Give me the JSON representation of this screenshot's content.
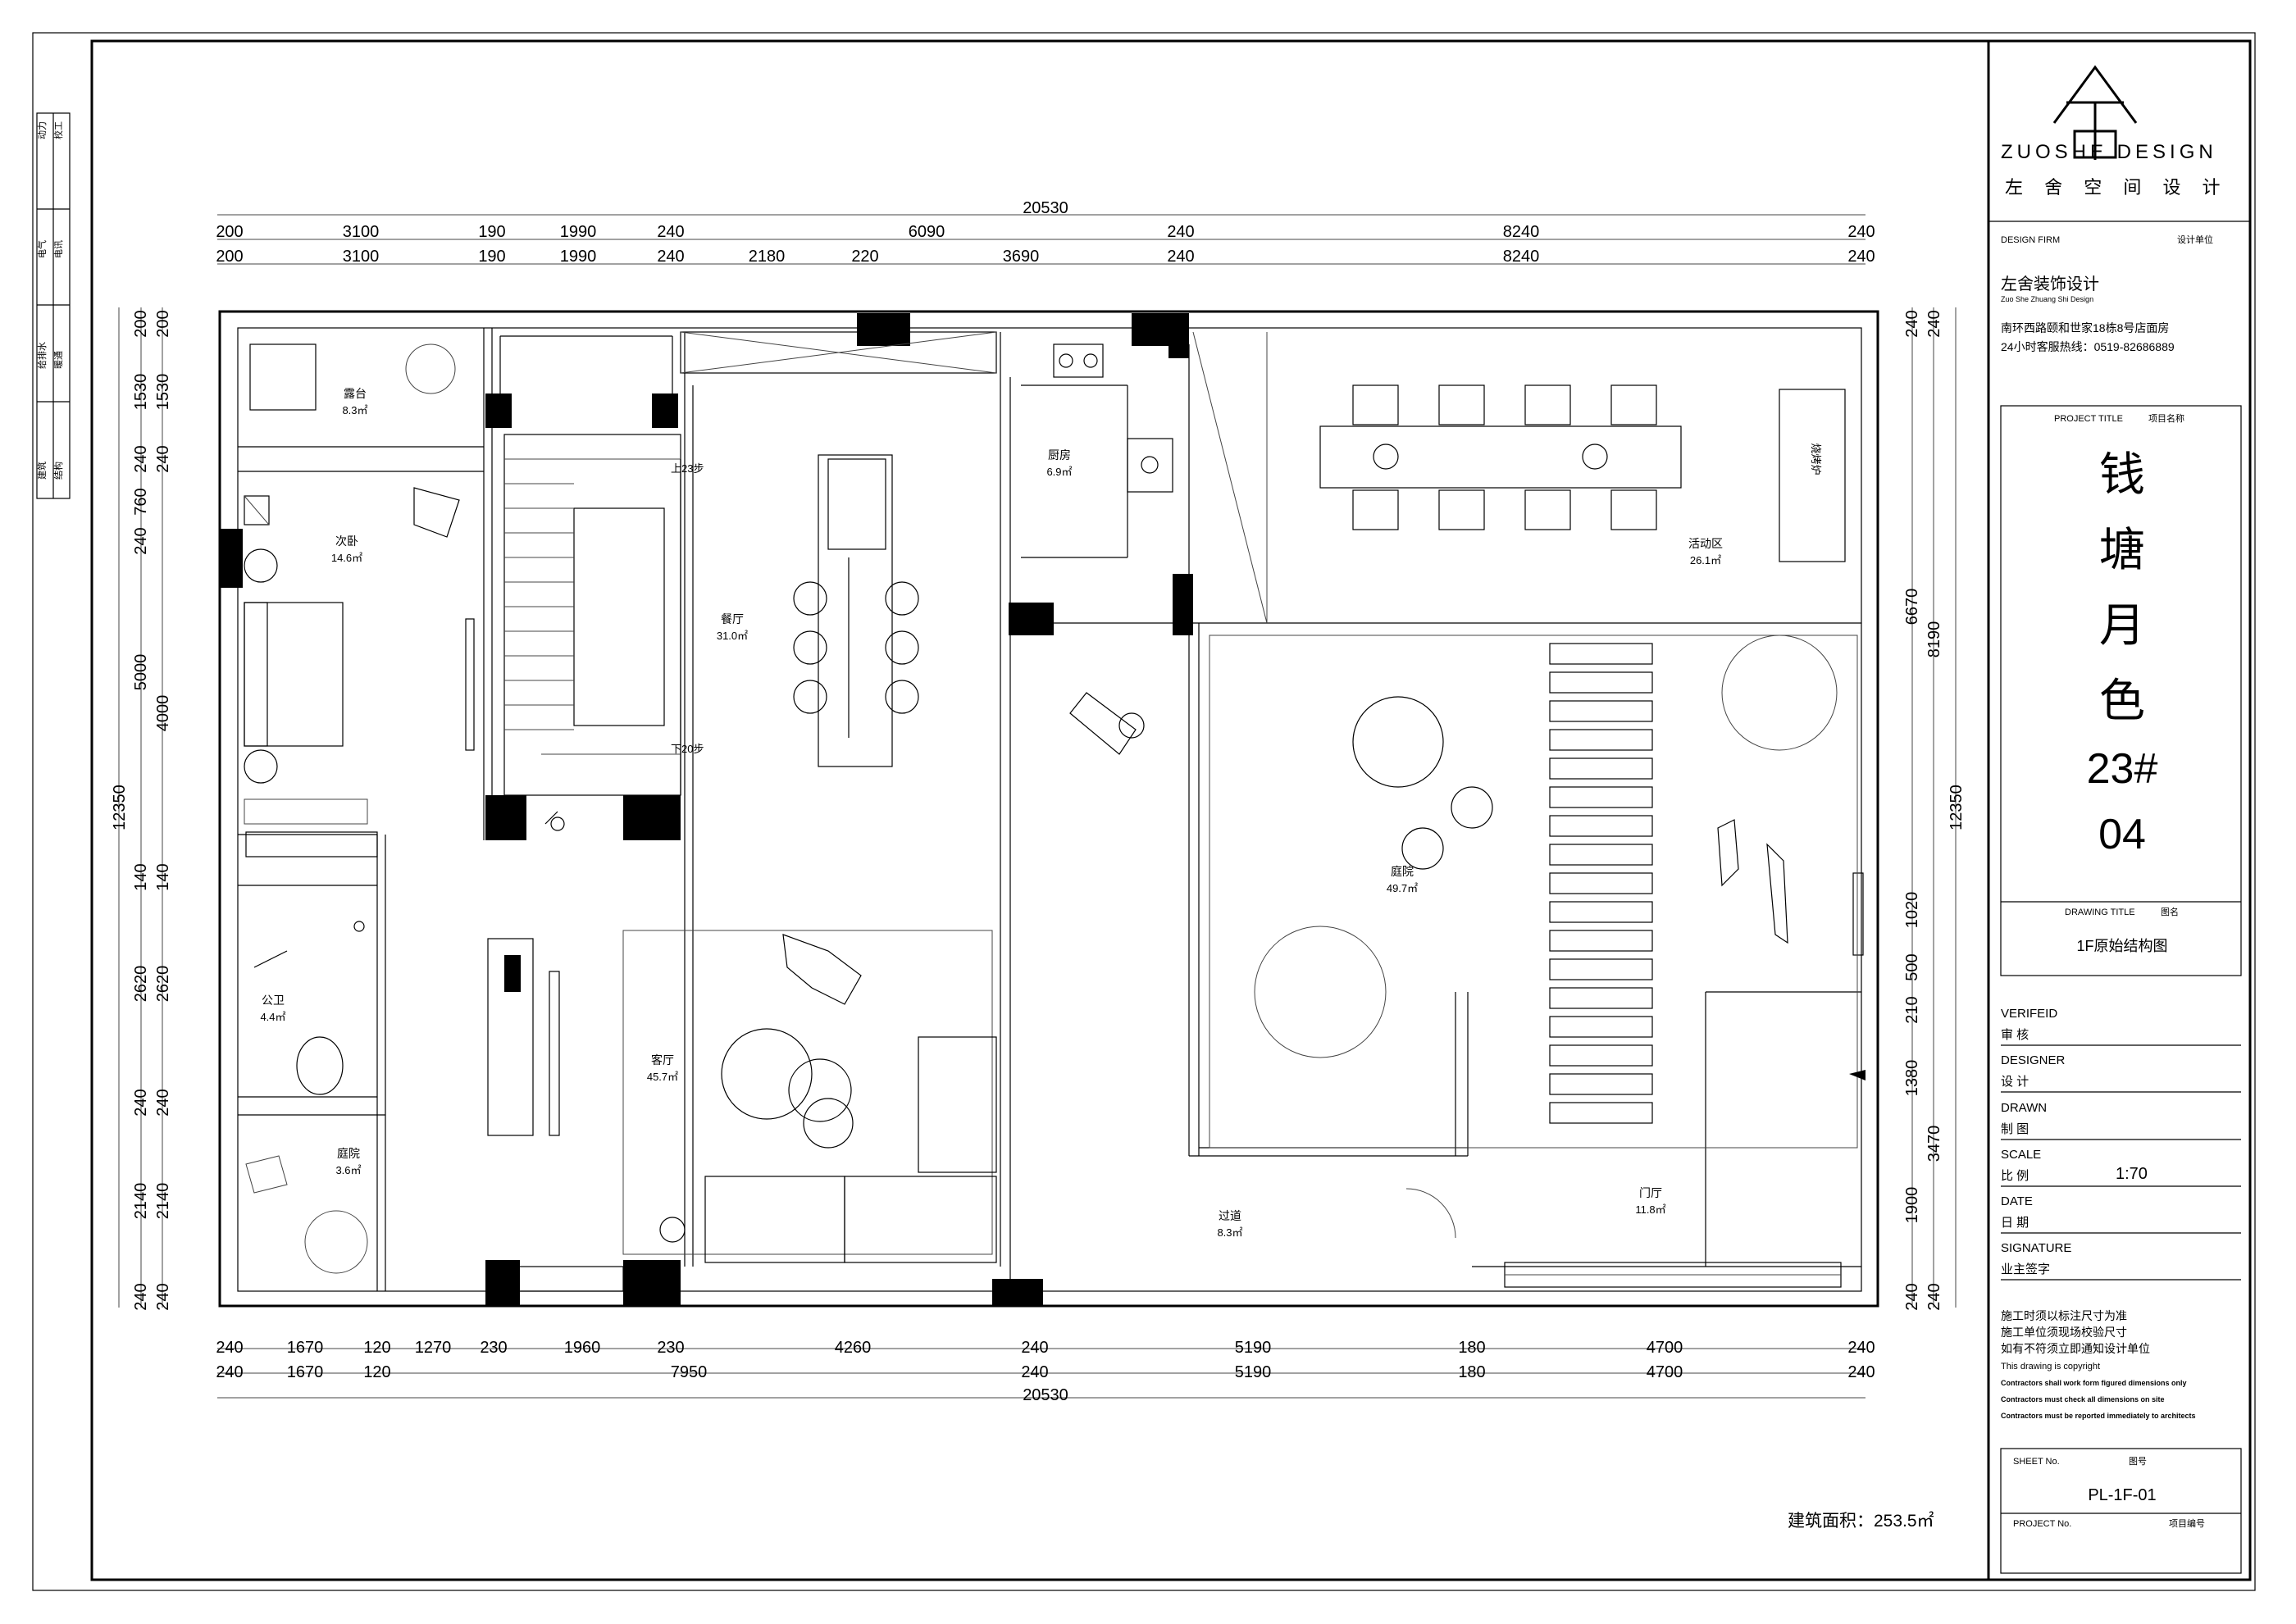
{
  "logo": {
    "mark": "左舍",
    "brand": "ZUOSHE DESIGN",
    "cn": "左 舍 空 间 设 计"
  },
  "side_labels": [
    "动力",
    "校工",
    "电气",
    "电讯",
    "给排水",
    "暖通",
    "建筑",
    "结构"
  ],
  "title_block": {
    "design_firm_en": "DESIGN FIRM",
    "design_firm_cn": "设计单位",
    "firm_name_cn": "左舍装饰设计",
    "firm_name_en": "Zuo She Zhuang Shi Design",
    "address": "南环西路颐和世家18栋8号店面房",
    "hotline": "24小时客服热线：0519-82686889",
    "project_title_en": "PROJECT TITLE",
    "project_title_cn": "项目名称",
    "project_chars": [
      "钱",
      "塘",
      "月",
      "色",
      "23#",
      "04"
    ],
    "drawing_title_en": "DRAWING TITLE",
    "drawing_title_cn": "图名",
    "drawing_name": "1F原始结构图",
    "verified_en": "VERIFEID",
    "verified_cn": "审 核",
    "designer_en": "DESIGNER",
    "designer_cn": "设 计",
    "drawn_en": "DRAWN",
    "drawn_cn": "制 图",
    "scale_en": "SCALE",
    "scale_cn": "比 例",
    "scale_value": "1:70",
    "date_en": "DATE",
    "date_cn": "日 期",
    "signature_en": "SIGNATURE",
    "signature_cn": "业主签字",
    "notes": [
      "施工时须以标注尺寸为准",
      "施工单位须现场校验尺寸",
      "如有不符须立即通知设计单位",
      "This drawing is copyright",
      "Contractors shall work form figured dimensions only",
      "Contractors must check all dimensions on site",
      "Contractors must be reported immediately to architects"
    ],
    "sheet_no_en": "SHEET No.",
    "sheet_no_cn": "图号",
    "sheet_no_value": "PL-1F-01",
    "project_no_en": "PROJECT No.",
    "project_no_cn": "项目编号"
  },
  "rooms": [
    {
      "name": "露台",
      "area": "8.3㎡"
    },
    {
      "name": "次卧",
      "area": "14.6㎡"
    },
    {
      "name": "厨房",
      "area": "6.9㎡"
    },
    {
      "name": "餐厅",
      "area": "31.0㎡"
    },
    {
      "name": "活动区",
      "area": "26.1㎡"
    },
    {
      "name": "庭院",
      "area": "49.7㎡"
    },
    {
      "name": "公卫",
      "area": "4.4㎡"
    },
    {
      "name": "客厅",
      "area": "45.7㎡"
    },
    {
      "name": "庭院",
      "area": "3.6㎡"
    },
    {
      "name": "过道",
      "area": "8.3㎡"
    },
    {
      "name": "门厅",
      "area": "11.8㎡"
    }
  ],
  "stair_labels": [
    "上23步",
    "下20步"
  ],
  "fireplace_label": "烧烤炉",
  "dims": {
    "top_total": "20530",
    "top_row1": [
      "200",
      "3100",
      "190",
      "1990",
      "240",
      "6090",
      "240",
      "8240",
      "240"
    ],
    "top_row2": [
      "200",
      "3100",
      "190",
      "1990",
      "240",
      "2180",
      "220",
      "3690",
      "240",
      "8240",
      "240"
    ],
    "bottom_row1": [
      "240",
      "1670",
      "120",
      "1270",
      "230",
      "1960",
      "230",
      "4260",
      "240",
      "5190",
      "180",
      "4700",
      "240"
    ],
    "bottom_row2": [
      "240",
      "1670",
      "120",
      "7950",
      "240",
      "5190",
      "180",
      "4700",
      "240"
    ],
    "bottom_total": "20530",
    "left_row1": [
      "200",
      "1530",
      "240",
      "760",
      "240",
      "5000",
      "140",
      "2620",
      "240",
      "2140",
      "240"
    ],
    "left_row2": [
      "200",
      "1530",
      "240",
      "4000",
      "140",
      "2620",
      "240",
      "2140",
      "240"
    ],
    "left_total": "12350",
    "right_row1": [
      "240",
      "6670",
      "1020",
      "500",
      "210",
      "1380",
      "1900",
      "240"
    ],
    "right_row2": [
      "240",
      "8190",
      "3470",
      "240"
    ],
    "right_total": "12350"
  },
  "building_area": "建筑面积：253.5㎡"
}
